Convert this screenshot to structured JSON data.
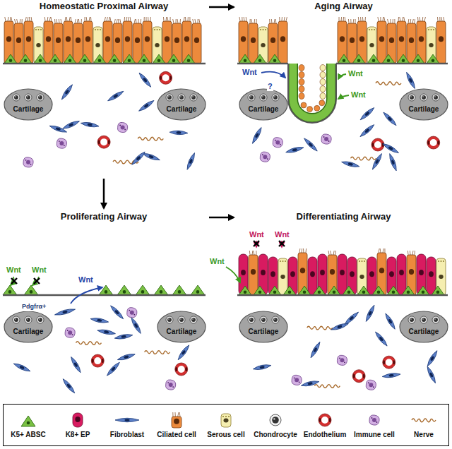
{
  "diagram": {
    "nodes": [
      {
        "text": [
          "Homeostatic Proximal Airway"
        ]
      },
      {
        "text": [
          "Cartilage"
        ],
        "in": 0
      },
      {
        "text": [
          "Cartilage"
        ],
        "in": 0
      },
      {
        "text": [
          "Aging Airway"
        ]
      },
      {
        "text": [
          "Cartilage"
        ],
        "in": 3
      },
      {
        "text": [
          "Cartilage"
        ],
        "in": 3
      },
      {
        "text": [
          "Proliferating Airway"
        ]
      },
      {
        "text": [
          "Cartilage"
        ],
        "in": 6
      },
      {
        "text": [
          "Cartilage"
        ],
        "in": 6
      },
      {
        "text": [
          "Differentiating Airway"
        ]
      },
      {
        "text": [
          "Cartilage"
        ],
        "in": 9
      },
      {
        "text": [
          "Cartilage"
        ],
        "in": 9
      }
    ],
    "edges": [
      {
        "from": 0,
        "to": 3,
        "arrow": "to"
      },
      {
        "from": 0,
        "to": 6,
        "arrow": "to"
      },
      {
        "from": 6,
        "to": 9,
        "arrow": "to"
      }
    ],
    "labels": [
      "Wnt",
      "?",
      "Wnt",
      "Wnt",
      "Wnt",
      "Wnt",
      "Wnt",
      "Pdgfrα+",
      "Wnt",
      "Wnt",
      "Wnt"
    ],
    "legend": [
      {
        "text": "K5+ ABSC"
      },
      {
        "text": "K8+ EP"
      },
      {
        "text": "Fibroblast"
      },
      {
        "text": "Ciliated cell"
      },
      {
        "text": "Serous cell"
      },
      {
        "text": "Chondrocyte"
      },
      {
        "text": "Endothelium"
      },
      {
        "text": "Immune cell"
      },
      {
        "text": "Nerve"
      }
    ]
  }
}
